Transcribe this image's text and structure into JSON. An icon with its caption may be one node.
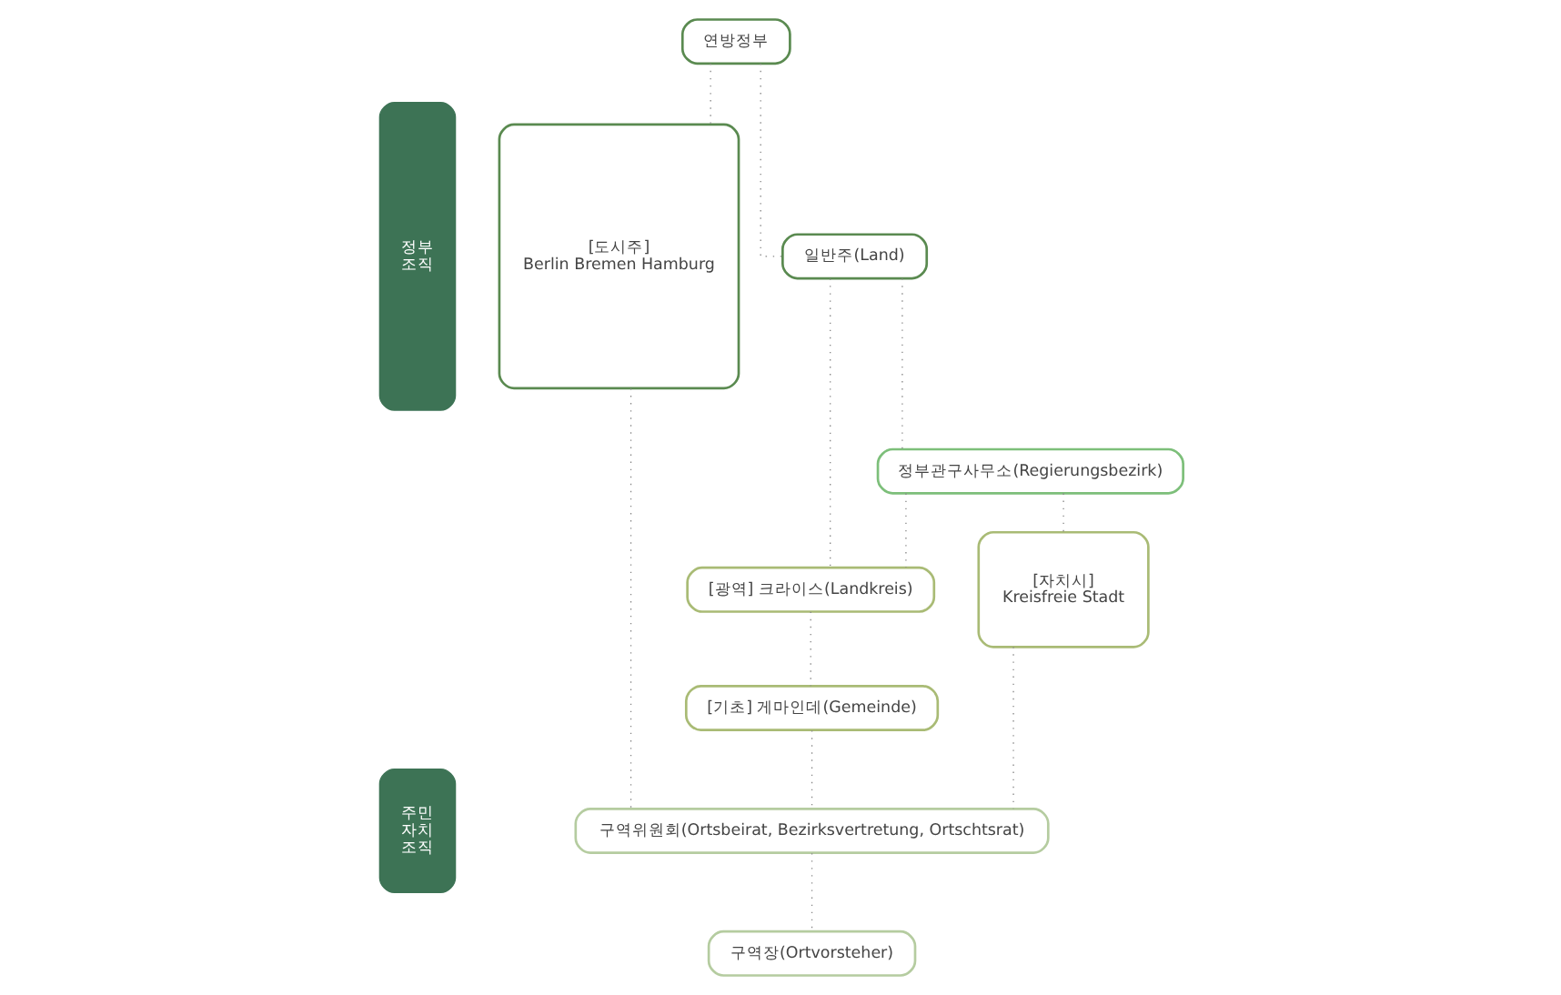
{
  "diagram": {
    "nodes": [
      {
        "text": [
          "정부 조직"
        ]
      },
      {
        "text": [
          "연방정부"
        ]
      },
      {
        "text": [
          "[도시주]",
          "Berlin Bremen Hamburg"
        ]
      },
      {
        "text": [
          "일반주(Land)"
        ]
      },
      {
        "text": [
          "정부관구사무소(Regierungsbezirk)"
        ]
      },
      {
        "text": [
          "[광역] 크라이스(Landkreis)"
        ]
      },
      {
        "text": [
          "[자치시]",
          "Kreisfreie Stadt"
        ]
      },
      {
        "text": [
          "[기초] 게마인데(Gemeinde)"
        ]
      },
      {
        "text": [
          "주민 자치 조직"
        ]
      },
      {
        "text": [
          "구역위원회(Ortsbeirat, Bezirksvertretung, Ortschtsrat)"
        ]
      },
      {
        "text": [
          "구역장(Ortvorsteher)"
        ]
      }
    ],
    "edges": [
      {
        "from": 1,
        "to": 2,
        "arrow": "none",
        "style": "dashed"
      },
      {
        "from": 1,
        "to": 3,
        "arrow": "none",
        "style": "dashed"
      },
      {
        "from": 3,
        "to": 5,
        "arrow": "none",
        "style": "dashed"
      },
      {
        "from": 3,
        "to": 4,
        "arrow": "none",
        "style": "dashed"
      },
      {
        "from": 4,
        "to": 5,
        "arrow": "none",
        "style": "dashed"
      },
      {
        "from": 4,
        "to": 6,
        "arrow": "none",
        "style": "dashed"
      },
      {
        "from": 5,
        "to": 7,
        "arrow": "none",
        "style": "dashed"
      },
      {
        "from": 2,
        "to": 9,
        "arrow": "none",
        "style": "dashed"
      },
      {
        "from": 7,
        "to": 9,
        "arrow": "none",
        "style": "dashed"
      },
      {
        "from": 6,
        "to": 9,
        "arrow": "none",
        "style": "dashed"
      },
      {
        "from": 9,
        "to": 10,
        "arrow": "none",
        "style": "dashed"
      }
    ]
  }
}
